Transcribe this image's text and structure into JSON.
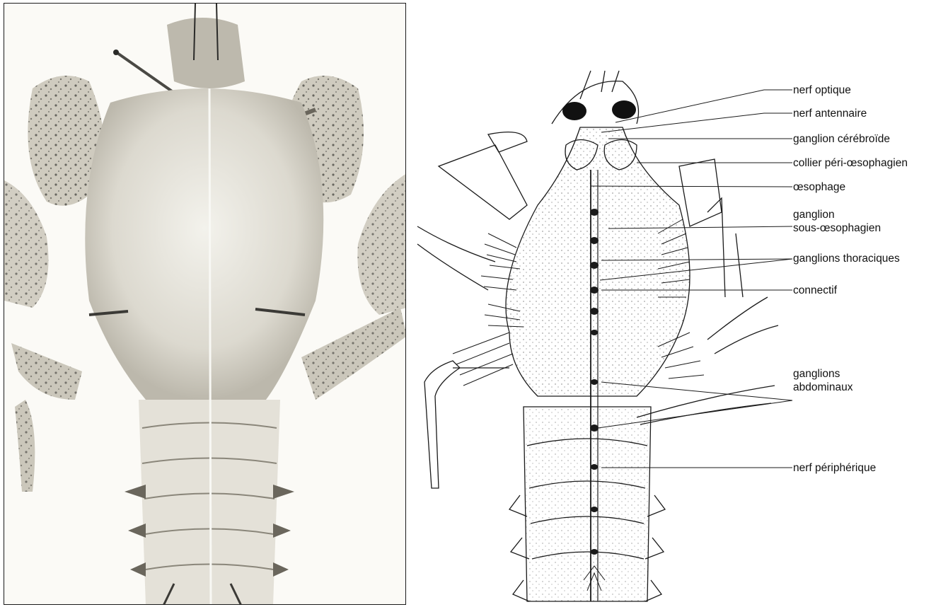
{
  "photo": {
    "description_icon": "crayfish-ventral-photo"
  },
  "drawing": {
    "description_icon": "crayfish-nervous-system-drawing"
  },
  "labels": {
    "nerf_optique": "nerf optique",
    "nerf_antennaire": "nerf antennaire",
    "ganglion_cerebroide": "ganglion cérébroïde",
    "collier": "collier péri-œsophagien",
    "oesophage": "œsophage",
    "ganglion_sous_line1": "ganglion",
    "ganglion_sous_line2": "sous-œsophagien",
    "ganglions_thoraciques": "ganglions thoraciques",
    "connectif": "connectif",
    "ganglions_abdo_line1": "ganglions",
    "ganglions_abdo_line2": "abdominaux",
    "nerf_peripherique": "nerf périphérique"
  },
  "colors": {
    "ink": "#1a1a1a",
    "photo_bg": "#fbfaf6",
    "shell": "#d9d6cc",
    "spots": "#3b3a36"
  }
}
